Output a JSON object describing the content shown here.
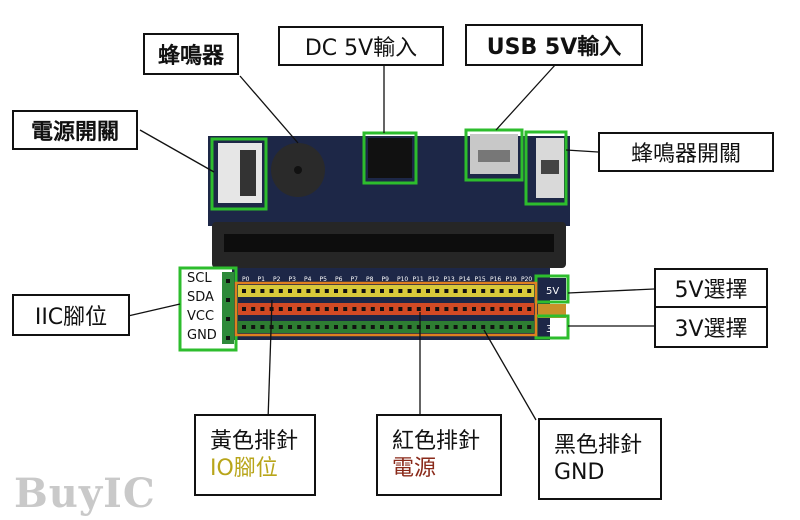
{
  "labels": {
    "buzzer": "蜂鳴器",
    "dc_input": "DC 5V輸入",
    "usb_input": "USB 5V輸入",
    "power_switch": "電源開關",
    "buzzer_switch": "蜂鳴器開關",
    "iic_pins": "IIC腳位",
    "v5_select": "5V選擇",
    "v3_select": "3V選擇",
    "yellow_header_title": "黃色排針",
    "yellow_header_desc": "IO腳位",
    "red_header_title": "紅色排針",
    "red_header_desc": "電源",
    "black_header_title": "黑色排針",
    "black_header_desc": "GND"
  },
  "board": {
    "iic_pin_labels": [
      "SCL",
      "SDA",
      "VCC",
      "GND"
    ],
    "pin_names": [
      "P0",
      "P1",
      "P2",
      "P3",
      "P4",
      "P5",
      "P6",
      "P7",
      "P8",
      "P9",
      "P10",
      "P11",
      "P12",
      "P13",
      "P14",
      "P15",
      "P16",
      "P19",
      "P20"
    ],
    "silk_5v": "5V",
    "silk_3v": "3V"
  },
  "watermark": "BuyIC",
  "colors": {
    "highlight": "#2dbd2d",
    "yellow_text": "#b8a51a",
    "red_text": "#8a2a1a",
    "pcb": "#1d2747",
    "yellow_row": "#d8c93a",
    "red_row": "#d24a24",
    "green_row": "#2e7d32"
  }
}
